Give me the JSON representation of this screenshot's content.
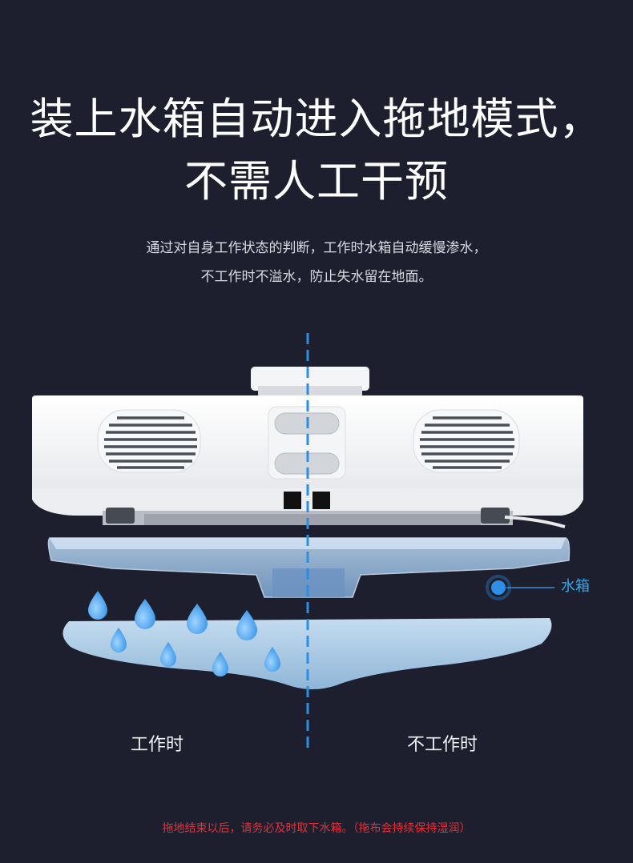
{
  "headline": {
    "line1": "装上水箱自动进入拖地模式，",
    "line2": "不需人工干预"
  },
  "description": {
    "line1": "通过对自身工作状态的判断，工作时水箱自动缓慢渗水，",
    "line2": "不工作时不溢水，防止失水留在地面。"
  },
  "callout": {
    "water_tank": "水箱"
  },
  "states": {
    "working": "工作时",
    "not_working": "不工作时"
  },
  "footer_note": "拖地结束以后，请务必及时取下水箱。（拖布会持续保持湿润）",
  "colors": {
    "background": "#1d1f2e",
    "divider": "#2a8fe0",
    "callout": "#3aa6ea",
    "note": "#e3303a",
    "water_drop": "#3fa2ee"
  }
}
